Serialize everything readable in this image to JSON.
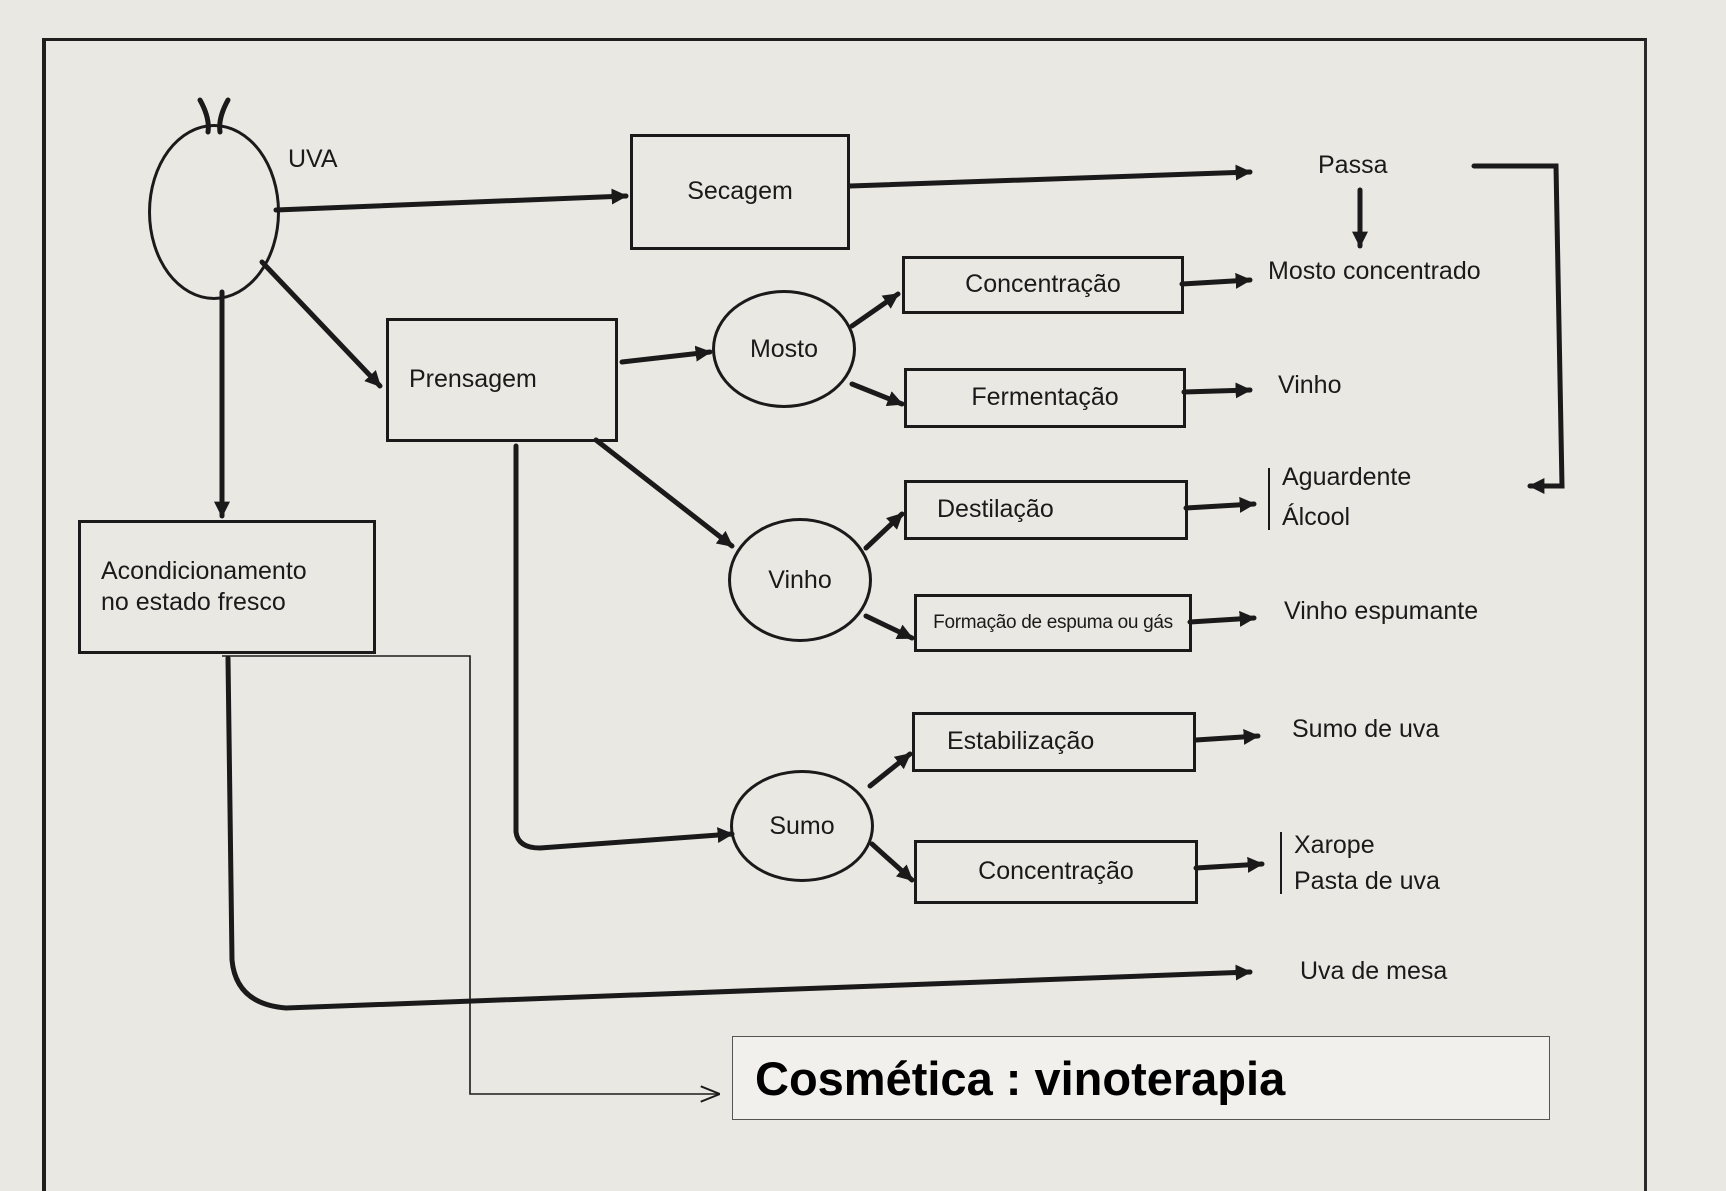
{
  "diagram": {
    "grape": "UVA",
    "processes": {
      "secagem": "Secagem",
      "prensagem": "Prensagem",
      "acondicionamento": "Acondicionamento no estado fresco",
      "concentracao_mosto": "Concentração",
      "fermentacao": "Fermentação",
      "destilacao": "Destilação",
      "espuma": "Formação de espuma ou gás",
      "estabilizacao": "Estabilização",
      "concentracao_sumo": "Concentração"
    },
    "intermediates": {
      "mosto": "Mosto",
      "vinho": "Vinho",
      "sumo": "Sumo"
    },
    "products": {
      "passa": "Passa",
      "mosto_concentrado": "Mosto concentrado",
      "vinho": "Vinho",
      "aguardente": "Aguardente",
      "alcool": "Álcool",
      "vinho_espumante": "Vinho espumante",
      "sumo_de_uva": "Sumo de uva",
      "xarope": "Xarope",
      "pasta_de_uva": "Pasta de uva",
      "uva_de_mesa": "Uva de mesa"
    },
    "annotation": "Cosmética : vinoterapia"
  }
}
